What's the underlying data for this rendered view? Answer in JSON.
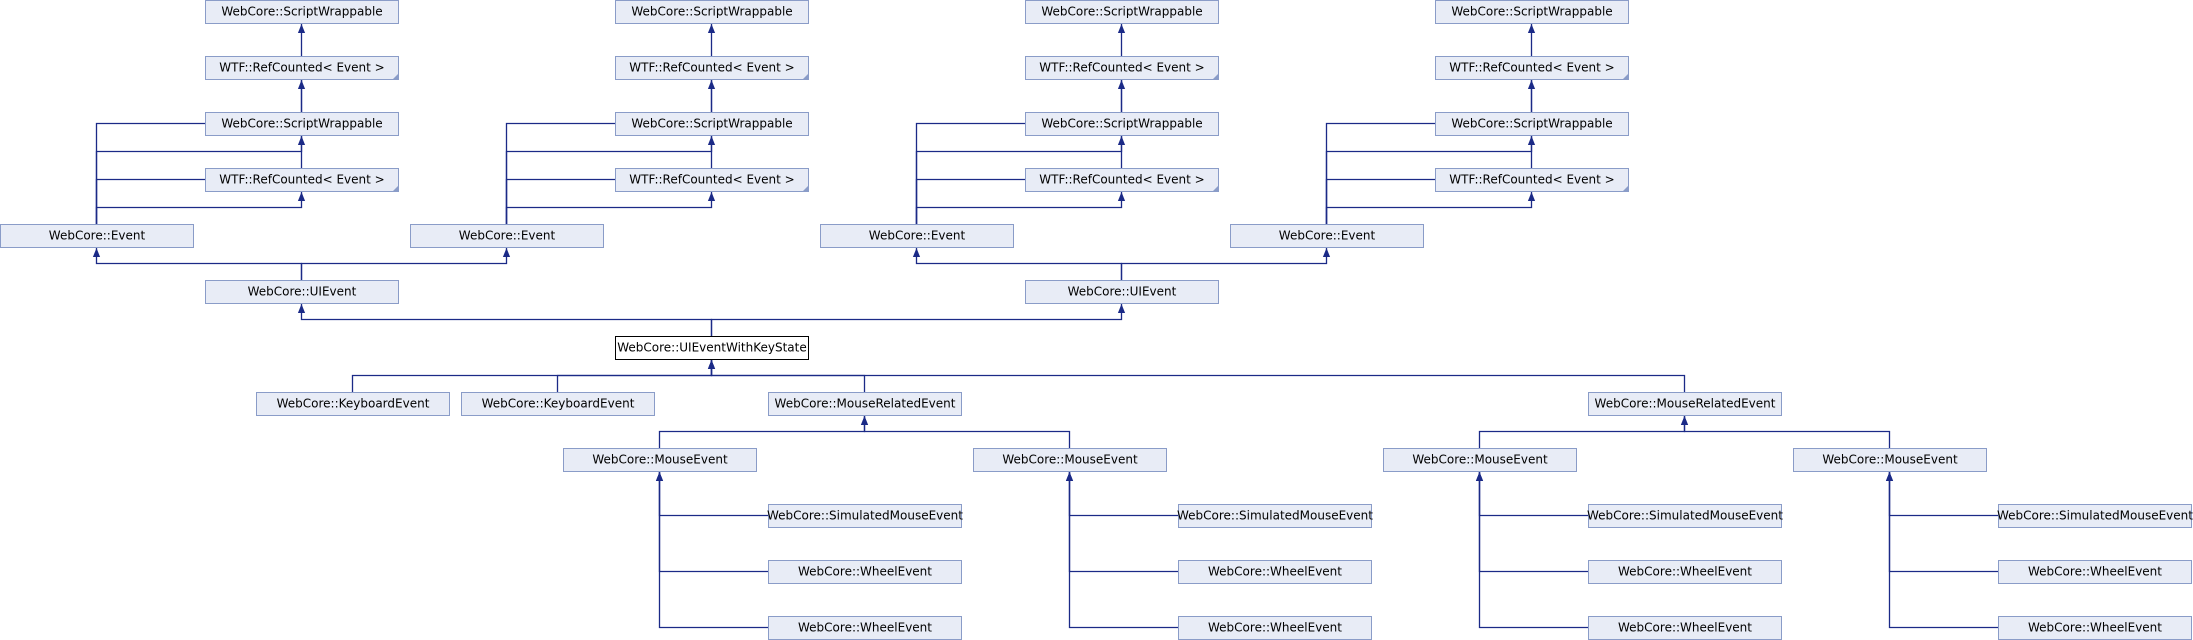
{
  "diagram": {
    "type": "class-inheritance-graph",
    "colors": {
      "edge": "#1b2a87",
      "node_fill": "#e8ecf6",
      "node_border": "#8a9cc8",
      "focus_border": "#000000",
      "focus_fill": "#ffffff"
    },
    "focus_class": "WebCore::UIEventWithKeyState",
    "nodes": [
      {
        "id": "n1",
        "label": "WebCore::ScriptWrappable"
      },
      {
        "id": "n2",
        "label": "WTF::RefCounted< Event >",
        "incomplete": true
      },
      {
        "id": "n3",
        "label": "WebCore::ScriptWrappable"
      },
      {
        "id": "n4",
        "label": "WTF::RefCounted< Event >",
        "incomplete": true
      },
      {
        "id": "n5",
        "label": "WebCore::ScriptWrappable"
      },
      {
        "id": "n6",
        "label": "WTF::RefCounted< Event >",
        "incomplete": true
      },
      {
        "id": "n7",
        "label": "WebCore::ScriptWrappable"
      },
      {
        "id": "n8",
        "label": "WTF::RefCounted< Event >",
        "incomplete": true
      },
      {
        "id": "n9",
        "label": "WebCore::ScriptWrappable"
      },
      {
        "id": "n10",
        "label": "WTF::RefCounted< Event >",
        "incomplete": true
      },
      {
        "id": "n11",
        "label": "WebCore::ScriptWrappable"
      },
      {
        "id": "n12",
        "label": "WTF::RefCounted< Event >",
        "incomplete": true
      },
      {
        "id": "n13",
        "label": "WebCore::ScriptWrappable"
      },
      {
        "id": "n14",
        "label": "WTF::RefCounted< Event >",
        "incomplete": true
      },
      {
        "id": "n15",
        "label": "WebCore::ScriptWrappable"
      },
      {
        "id": "n16",
        "label": "WTF::RefCounted< Event >",
        "incomplete": true
      },
      {
        "id": "e1",
        "label": "WebCore::Event"
      },
      {
        "id": "e2",
        "label": "WebCore::Event"
      },
      {
        "id": "e3",
        "label": "WebCore::Event"
      },
      {
        "id": "e4",
        "label": "WebCore::Event"
      },
      {
        "id": "u1",
        "label": "WebCore::UIEvent"
      },
      {
        "id": "u2",
        "label": "WebCore::UIEvent"
      },
      {
        "id": "k",
        "label": "WebCore::UIEventWithKeyState",
        "focus": true
      },
      {
        "id": "kb1",
        "label": "WebCore::KeyboardEvent"
      },
      {
        "id": "kb2",
        "label": "WebCore::KeyboardEvent"
      },
      {
        "id": "mr1",
        "label": "WebCore::MouseRelatedEvent"
      },
      {
        "id": "mr2",
        "label": "WebCore::MouseRelatedEvent"
      },
      {
        "id": "m1",
        "label": "WebCore::MouseEvent"
      },
      {
        "id": "m2",
        "label": "WebCore::MouseEvent"
      },
      {
        "id": "m3",
        "label": "WebCore::MouseEvent"
      },
      {
        "id": "m4",
        "label": "WebCore::MouseEvent"
      },
      {
        "id": "s1",
        "label": "WebCore::SimulatedMouseEvent"
      },
      {
        "id": "w1a",
        "label": "WebCore::WheelEvent"
      },
      {
        "id": "w1b",
        "label": "WebCore::WheelEvent"
      },
      {
        "id": "s2",
        "label": "WebCore::SimulatedMouseEvent"
      },
      {
        "id": "w2a",
        "label": "WebCore::WheelEvent"
      },
      {
        "id": "w2b",
        "label": "WebCore::WheelEvent"
      },
      {
        "id": "s3",
        "label": "WebCore::SimulatedMouseEvent"
      },
      {
        "id": "w3a",
        "label": "WebCore::WheelEvent"
      },
      {
        "id": "w3b",
        "label": "WebCore::WheelEvent"
      },
      {
        "id": "s4",
        "label": "WebCore::SimulatedMouseEvent"
      },
      {
        "id": "w4a",
        "label": "WebCore::WheelEvent"
      },
      {
        "id": "w4b",
        "label": "WebCore::WheelEvent"
      }
    ],
    "edges": [
      {
        "from": "e1",
        "to": "n1"
      },
      {
        "from": "e1",
        "to": "n2"
      },
      {
        "from": "e1",
        "to": "n3"
      },
      {
        "from": "e1",
        "to": "n4"
      },
      {
        "from": "e2",
        "to": "n5"
      },
      {
        "from": "e2",
        "to": "n6"
      },
      {
        "from": "e2",
        "to": "n7"
      },
      {
        "from": "e2",
        "to": "n8"
      },
      {
        "from": "e3",
        "to": "n9"
      },
      {
        "from": "e3",
        "to": "n10"
      },
      {
        "from": "e3",
        "to": "n11"
      },
      {
        "from": "e3",
        "to": "n12"
      },
      {
        "from": "e4",
        "to": "n13"
      },
      {
        "from": "e4",
        "to": "n14"
      },
      {
        "from": "e4",
        "to": "n15"
      },
      {
        "from": "e4",
        "to": "n16"
      },
      {
        "from": "u1",
        "to": "e1"
      },
      {
        "from": "u1",
        "to": "e2"
      },
      {
        "from": "u2",
        "to": "e3"
      },
      {
        "from": "u2",
        "to": "e4"
      },
      {
        "from": "k",
        "to": "u1"
      },
      {
        "from": "k",
        "to": "u2"
      },
      {
        "from": "kb1",
        "to": "k"
      },
      {
        "from": "kb2",
        "to": "k"
      },
      {
        "from": "mr1",
        "to": "k"
      },
      {
        "from": "mr2",
        "to": "k"
      },
      {
        "from": "m1",
        "to": "mr1"
      },
      {
        "from": "m2",
        "to": "mr1"
      },
      {
        "from": "m3",
        "to": "mr2"
      },
      {
        "from": "m4",
        "to": "mr2"
      },
      {
        "from": "s1",
        "to": "m1"
      },
      {
        "from": "w1a",
        "to": "m1"
      },
      {
        "from": "w1b",
        "to": "m1"
      },
      {
        "from": "s2",
        "to": "m2"
      },
      {
        "from": "w2a",
        "to": "m2"
      },
      {
        "from": "w2b",
        "to": "m2"
      },
      {
        "from": "s3",
        "to": "m3"
      },
      {
        "from": "w3a",
        "to": "m3"
      },
      {
        "from": "w3b",
        "to": "m3"
      },
      {
        "from": "s4",
        "to": "m4"
      },
      {
        "from": "w4a",
        "to": "m4"
      },
      {
        "from": "w4b",
        "to": "m4"
      }
    ]
  }
}
